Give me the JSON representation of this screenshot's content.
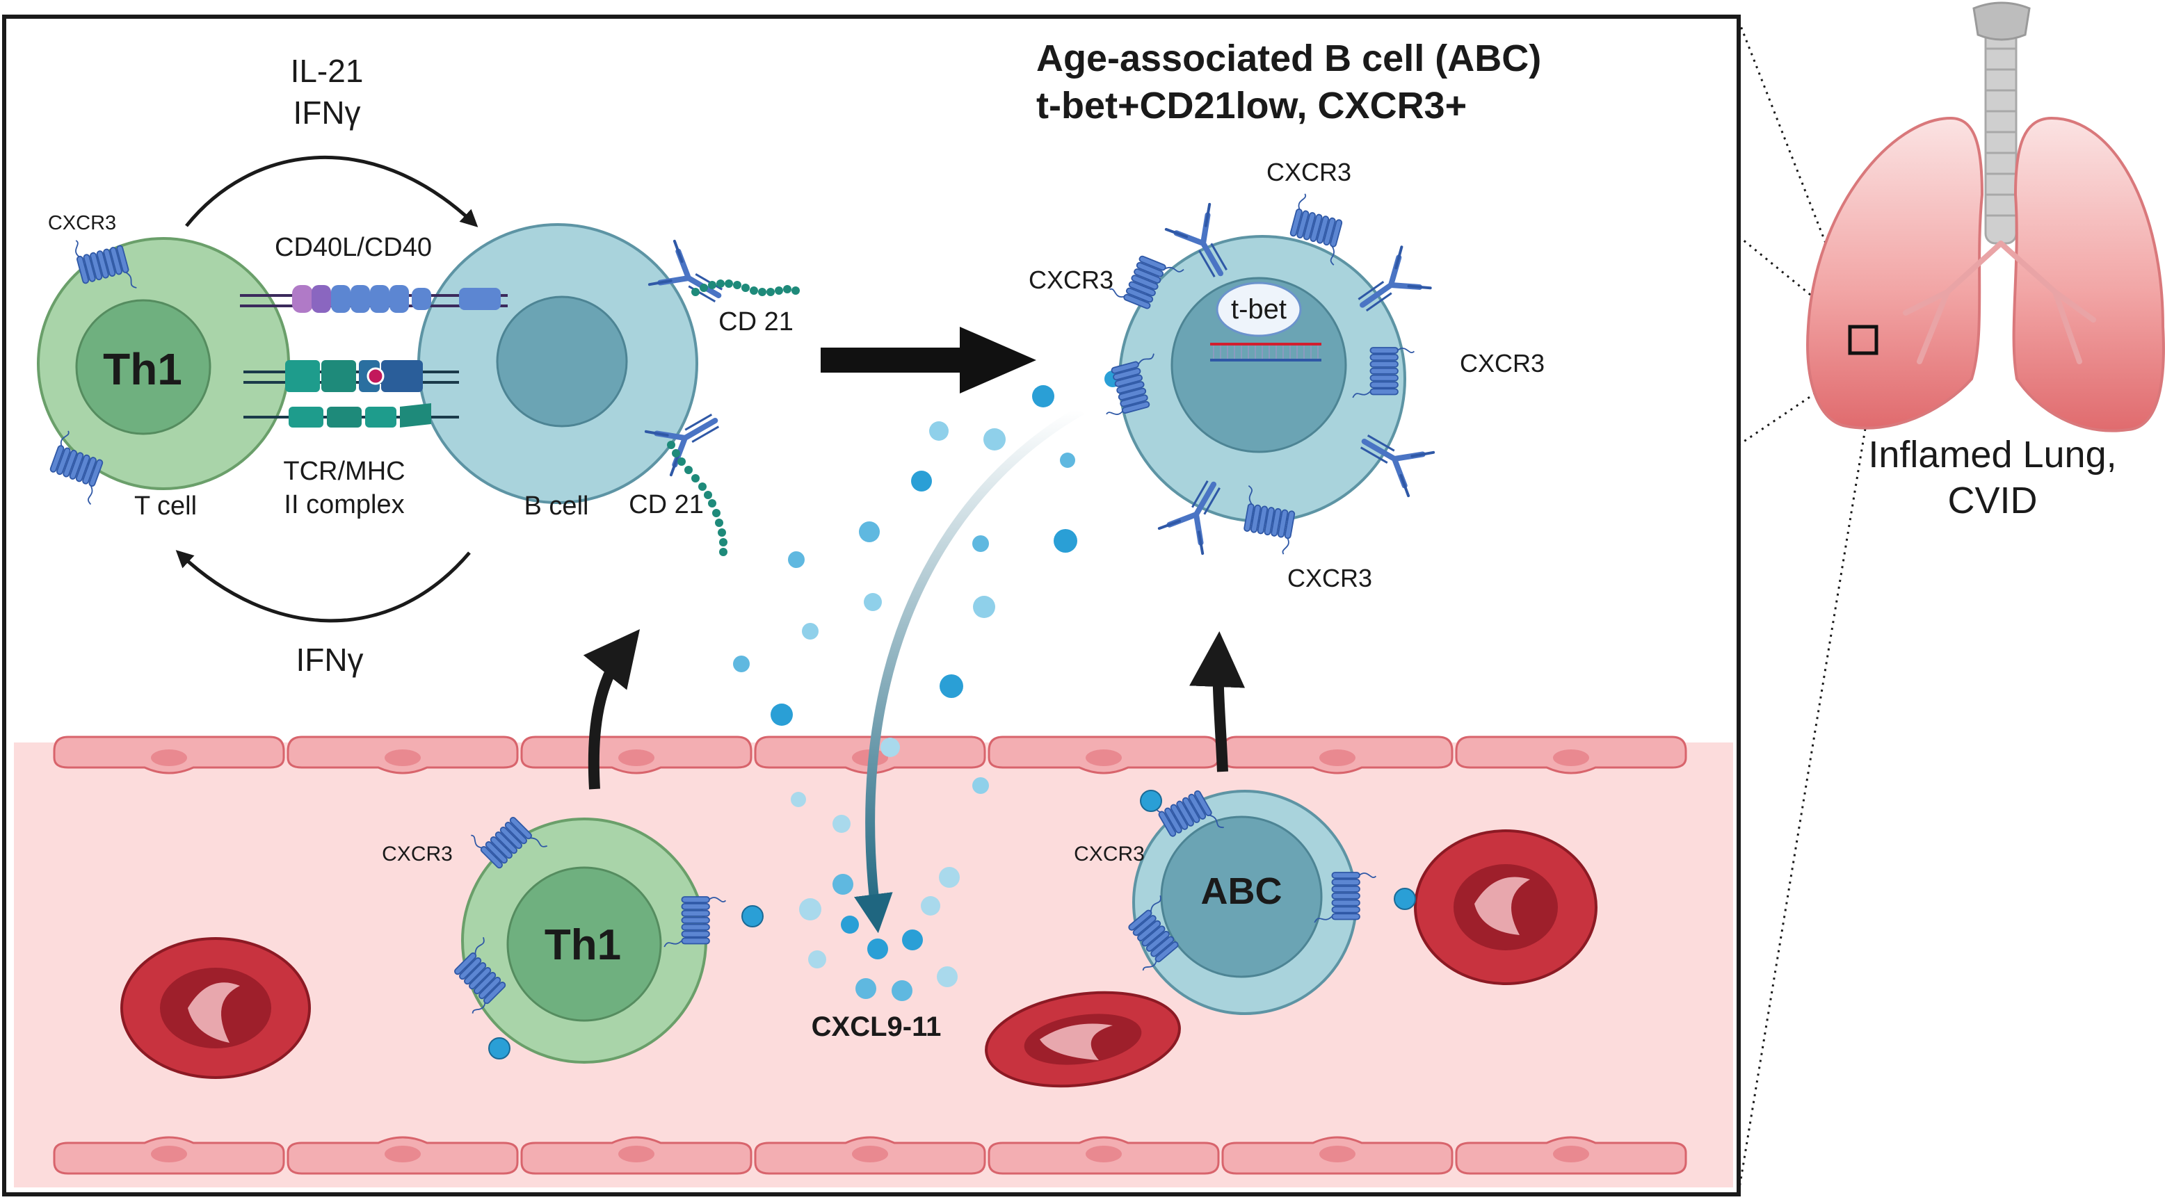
{
  "labels": {
    "il21": "IL-21",
    "ifng_top": "IFNγ",
    "ifng_bottom": "IFNγ",
    "cd40": "CD40L/CD40",
    "cxcr3": "CXCR3",
    "th1": "Th1",
    "t_cell": "T cell",
    "tcr_line1": "TCR/MHC",
    "tcr_line2": "II complex",
    "b_cell": "B cell",
    "cd21": "CD 21",
    "abc_title_line1": "Age-associated B cell (ABC)",
    "abc_title_line2": "t-bet+CD21low, CXCR3+",
    "tbet": "t-bet",
    "abc": "ABC",
    "cxcl": "CXCL9-11",
    "lung_line1": "Inflamed Lung,",
    "lung_line2": "CVID"
  },
  "colors": {
    "th1_outer": "#a8d3a8",
    "th1_inner": "#6fb07f",
    "bcell_outer": "#a9d3dc",
    "bcell_inner": "#6ba4b4",
    "receptor": "#4a74c4",
    "chemokine": "#2a9fd6",
    "vessel": "#fbdada",
    "endothelium": "#f3a9ae",
    "rbc": "#c7323f",
    "lung": "#e9777a",
    "arrow": "#1a1a1a",
    "chemokine_arrow": "#1f6680"
  }
}
